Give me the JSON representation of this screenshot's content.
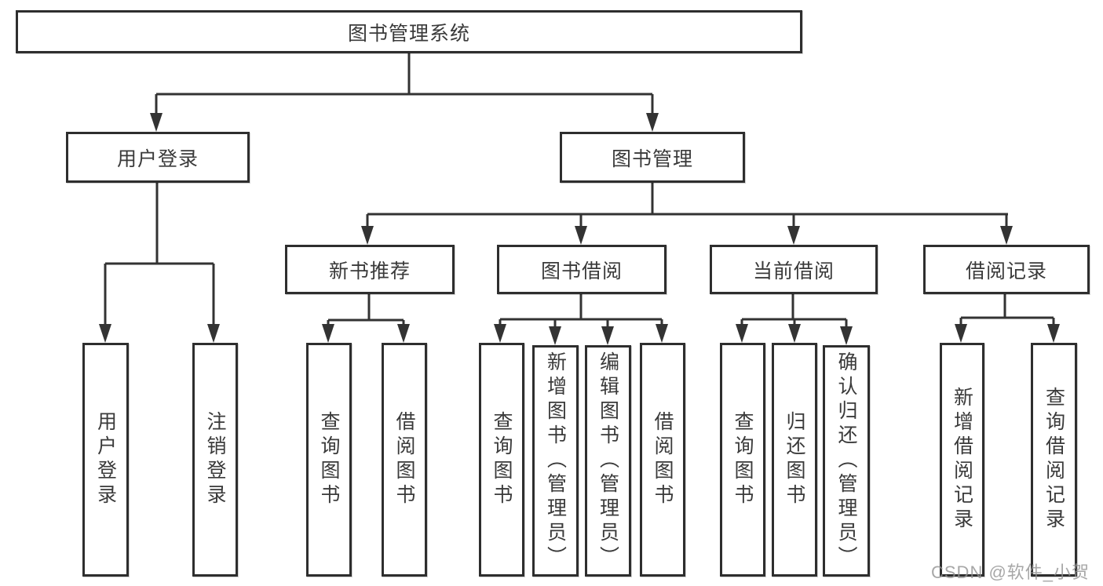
{
  "diagram": {
    "root": {
      "label": "图书管理系统"
    },
    "level2": [
      {
        "label": "用户登录"
      },
      {
        "label": "图书管理"
      }
    ],
    "level3": [
      {
        "label": "新书推荐"
      },
      {
        "label": "图书借阅"
      },
      {
        "label": "当前借阅"
      },
      {
        "label": "借阅记录"
      }
    ],
    "leaves": {
      "user_login": [
        "用户登录",
        "注销登录"
      ],
      "new_book": [
        "查询图书",
        "借阅图书"
      ],
      "book_borrow": [
        "查询图书",
        "新增图书（管理员）",
        "编辑图书（管理员）",
        "借阅图书"
      ],
      "current_borrow": [
        "查询图书",
        "归还图书",
        "确认归还（管理员）"
      ],
      "borrow_records": [
        "新增借阅记录",
        "查询借阅记录"
      ]
    }
  },
  "watermark": {
    "text": "CSDN @软件_小贺同学"
  },
  "colors": {
    "line": "#333333",
    "box_border": "#2e2e2e",
    "box_fill": "#ffffff",
    "text": "#3a3a3a",
    "watermark": "#919191",
    "background": "#ffffff"
  }
}
